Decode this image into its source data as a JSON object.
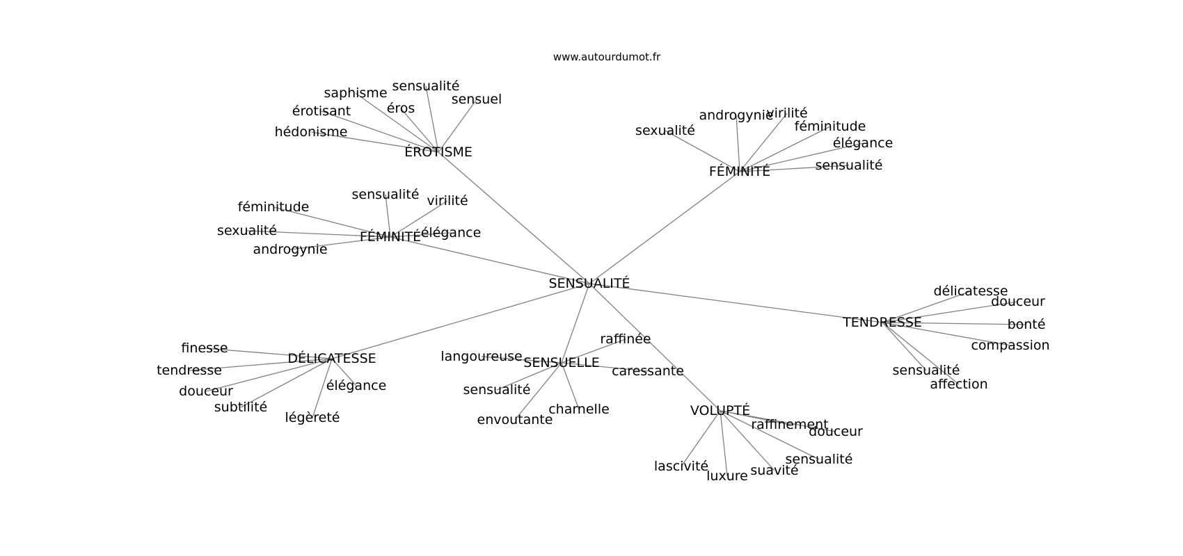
{
  "site": "www.autourdumot.fr",
  "root": "SENSUALITÉ",
  "clusters": [
    {
      "key": "erotisme",
      "label": "ÉROTISME",
      "leaves": [
        "sensualité",
        "saphisme",
        "érotisant",
        "éros",
        "sensuel",
        "hédonisme"
      ]
    },
    {
      "key": "feminite_right",
      "label": "FÉMINITÉ",
      "leaves": [
        "sexualité",
        "androgynie",
        "virilité",
        "féminitude",
        "élégance",
        "sensualité"
      ]
    },
    {
      "key": "feminite_left",
      "label": "FÉMINITÉ",
      "leaves": [
        "féminitude",
        "sensualité",
        "virilité",
        "sexualité",
        "élégance",
        "androgynie"
      ]
    },
    {
      "key": "tendresse",
      "label": "TENDRESSE",
      "leaves": [
        "délicatesse",
        "douceur",
        "bonté",
        "compassion",
        "sensualité",
        "affection"
      ]
    },
    {
      "key": "delicatesse",
      "label": "DÉLICATESSE",
      "leaves": [
        "finesse",
        "tendresse",
        "douceur",
        "élégance",
        "subtilité",
        "légèreté"
      ]
    },
    {
      "key": "sensuelle",
      "label": "SENSUELLE",
      "leaves": [
        "raffinée",
        "langoureuse",
        "caressante",
        "sensualité",
        "charnelle",
        "envoutante"
      ]
    },
    {
      "key": "volupte",
      "label": "VOLUPTÉ",
      "leaves": [
        "raffinement",
        "douceur",
        "sensualité",
        "lascivité",
        "suavité",
        "luxure"
      ]
    }
  ]
}
